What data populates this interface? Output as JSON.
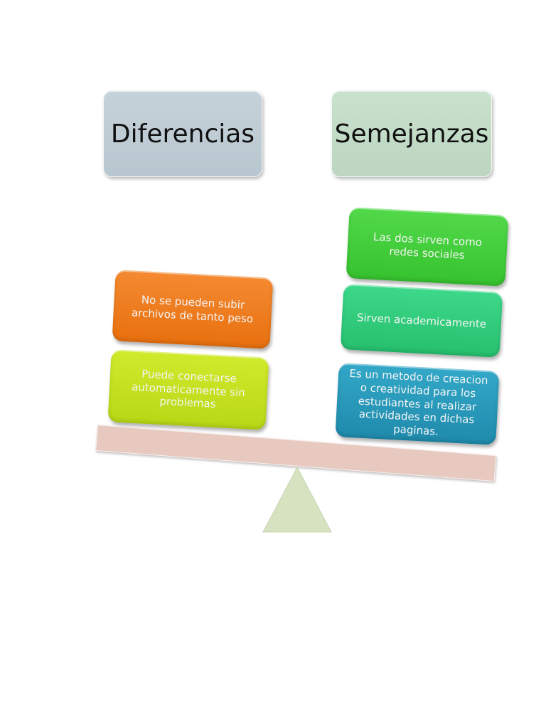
{
  "headers": {
    "differences": {
      "label": "Diferencias",
      "color": "#c0cdd5"
    },
    "similarities": {
      "label": "Semejanzas",
      "color": "#c3dcc8"
    }
  },
  "differences": [
    {
      "text": "No se pueden subir archivos de tanto peso",
      "color": "#f07a1e"
    },
    {
      "text": "Puede conectarse automaticamente sin problemas",
      "color": "#c2e01e"
    }
  ],
  "similarities": [
    {
      "text": "Las dos sirven como redes sociales",
      "color": "#3fcf3a"
    },
    {
      "text": "Sirven academicamente",
      "color": "#2ecf7c"
    },
    {
      "text": "Es un metodo de creacion o creatividad para los estudiantes al realizar actividades en dichas paginas.",
      "color": "#2497b8"
    }
  ],
  "scale": {
    "beam_color": "#e7c9c0",
    "fulcrum_color": "#d6e2c0"
  }
}
